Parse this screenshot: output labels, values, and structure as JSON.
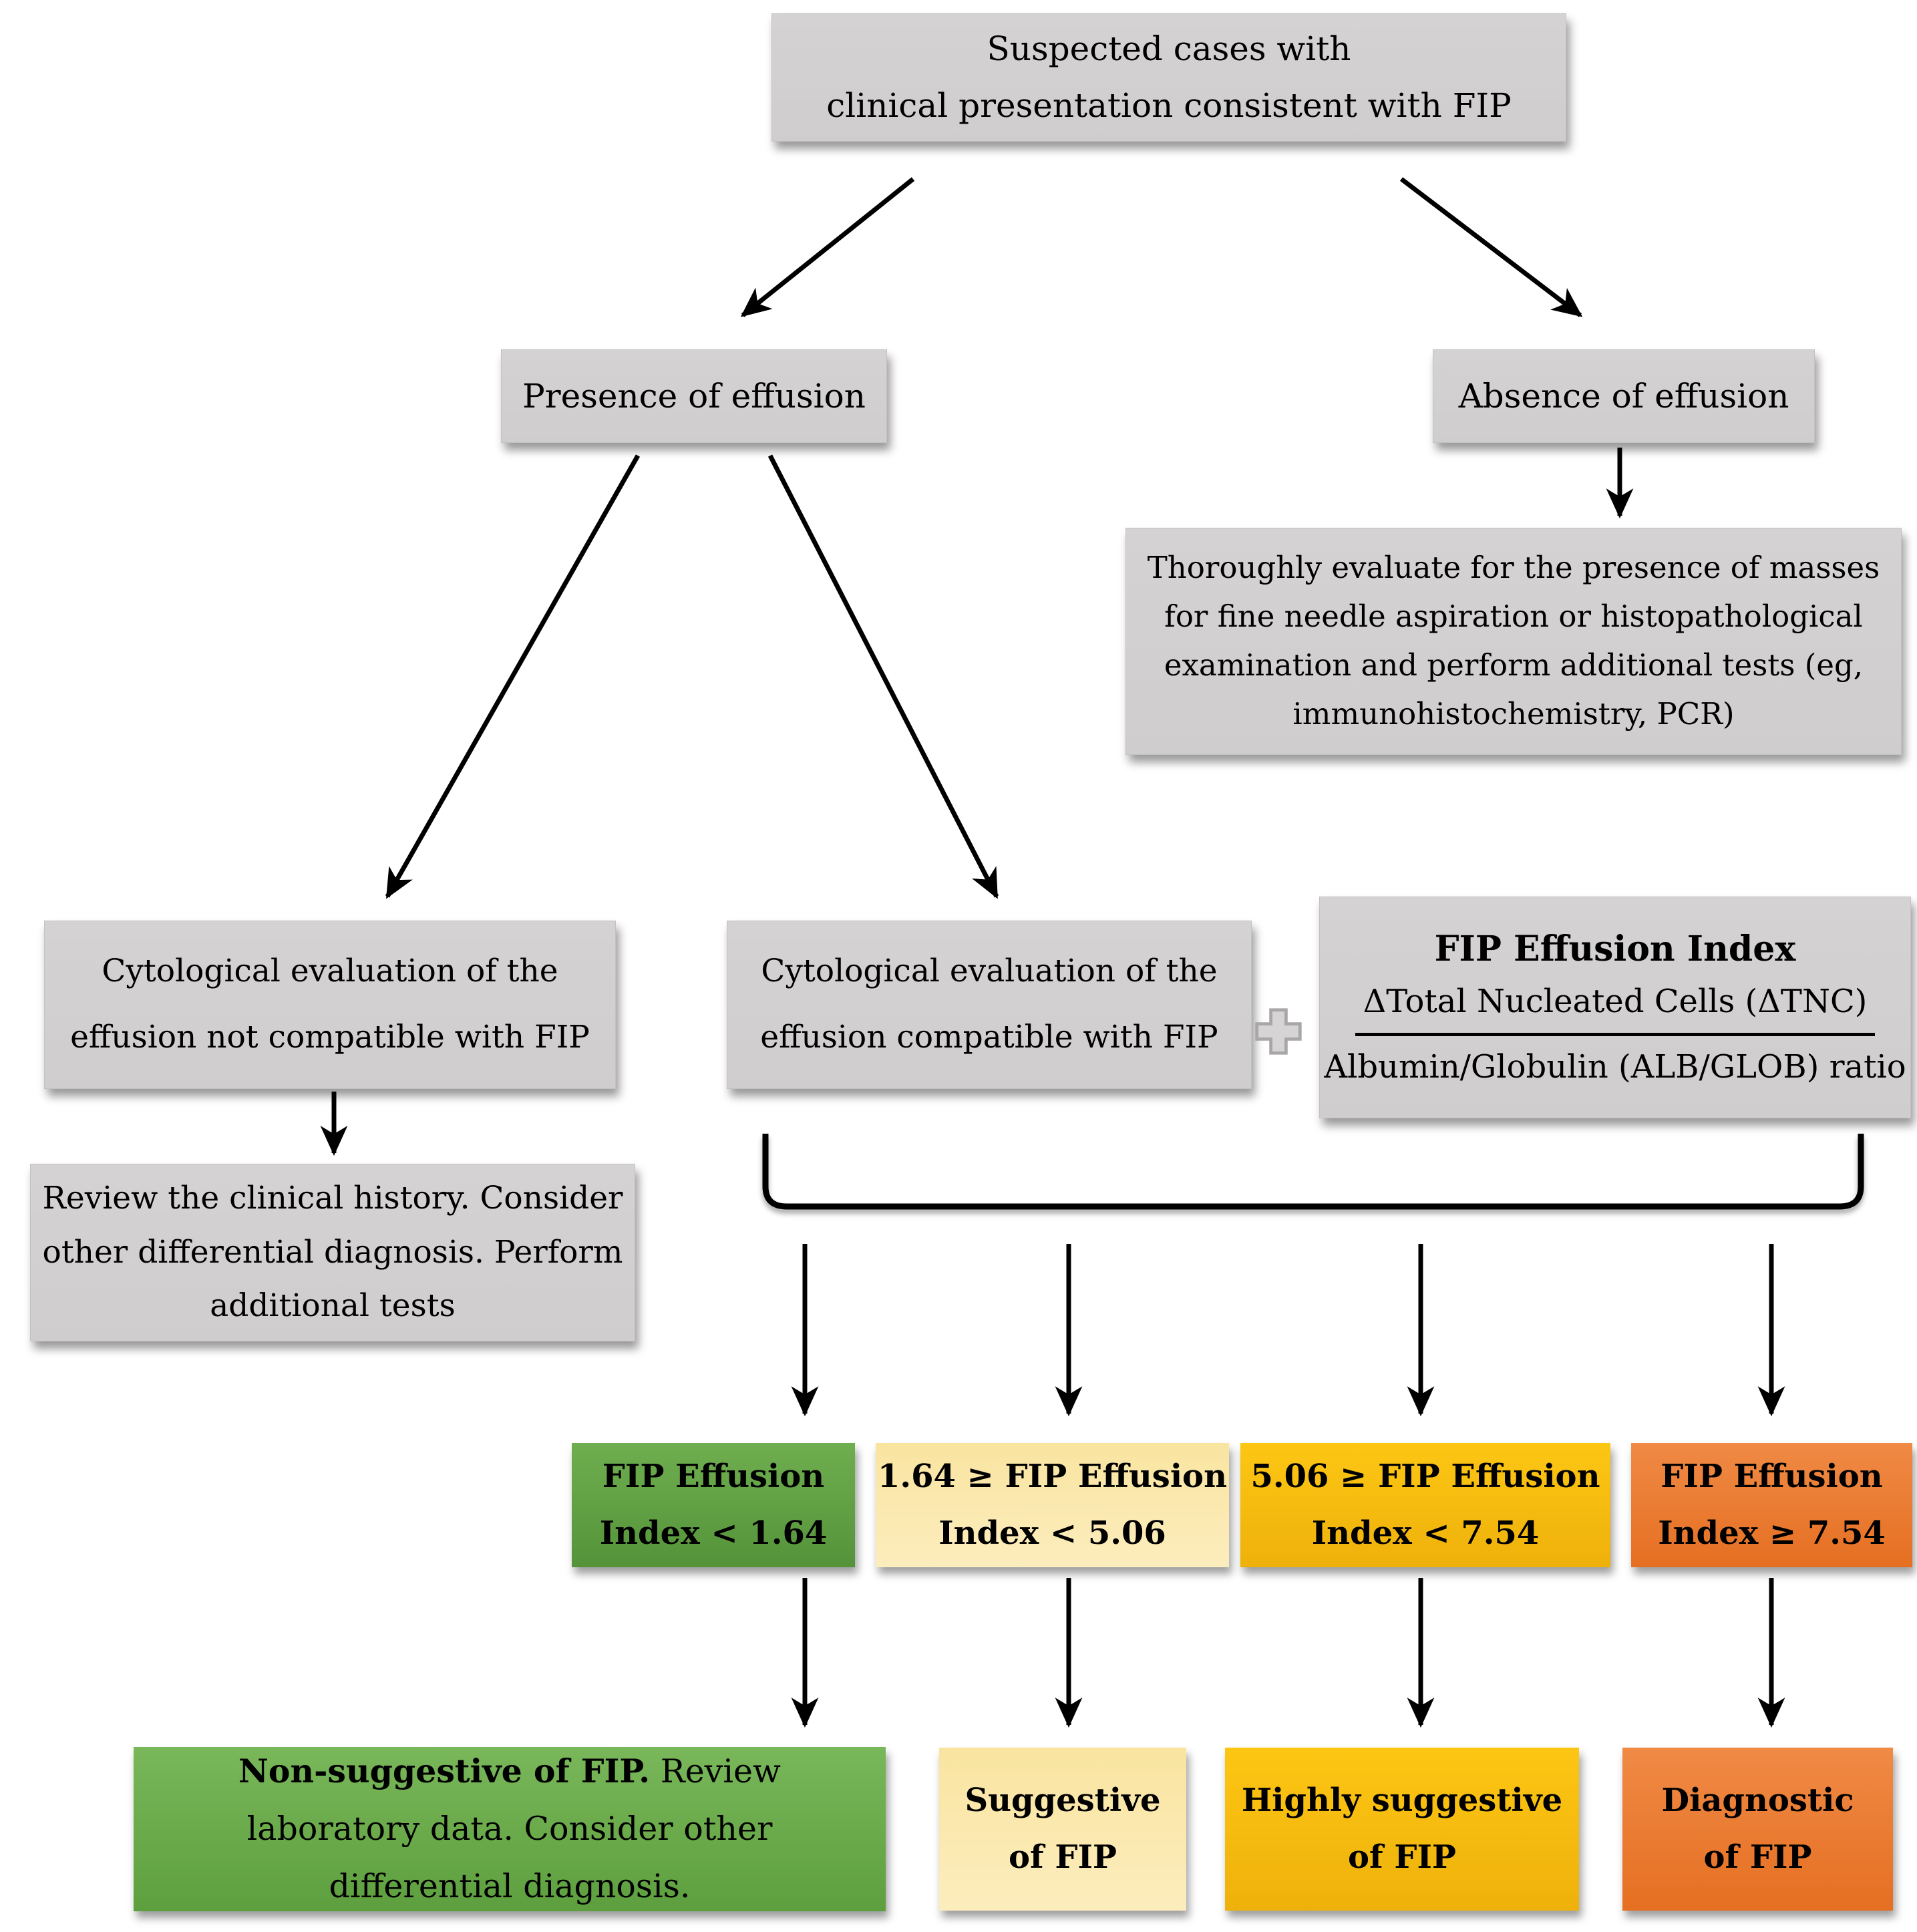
{
  "diagram": {
    "nodes": {
      "suspected": "Suspected cases with\nclinical presentation consistent with FIP",
      "presence": "Presence of effusion",
      "absence": "Absence of effusion",
      "masses": "Thoroughly evaluate for the presence of masses\nfor fine needle aspiration or histopathological\nexamination and perform additional tests (eg,\nimmunohistochemistry, PCR)",
      "cyto_not_compatible": "Cytological evaluation of the\neffusion not compatible with FIP",
      "cyto_compatible": "Cytological evaluation of the\neffusion compatible with FIP",
      "effusion_index": {
        "title": "FIP Effusion Index",
        "numerator": "ΔTotal Nucleated Cells (ΔTNC)",
        "denominator": "Albumin/Globulin (ALB/GLOB) ratio"
      },
      "review": "Review the clinical history. Consider\nother differential diagnosis. Perform\nadditional tests"
    },
    "index_ranges": [
      {
        "label": "FIP Effusion\nIndex < 1.64",
        "color": "#61a445"
      },
      {
        "label": "1.64 ≥ FIP Effusion\nIndex < 5.06",
        "color": "#fbe8ab"
      },
      {
        "label": "5.06 ≥ FIP Effusion\nIndex < 7.54",
        "color": "#fcc30e"
      },
      {
        "label": "FIP Effusion\nIndex ≥ 7.54",
        "color": "#ec7e38"
      }
    ],
    "outcomes": {
      "non_suggestive_bold": "Non-suggestive of FIP.",
      "non_suggestive_rest": " Review laboratory data. Consider other differential diagnosis.",
      "suggestive": "Suggestive\nof FIP",
      "highly_suggestive": "Highly suggestive\nof FIP",
      "diagnostic": "Diagnostic\nof FIP"
    },
    "icons": {
      "plus": "+"
    },
    "colors": {
      "node_gray": "#d1cfcf",
      "green": "#61a445",
      "cream": "#fbe8ab",
      "amber": "#fcc30e",
      "orange": "#ec7e38",
      "arrow": "#000000"
    }
  }
}
